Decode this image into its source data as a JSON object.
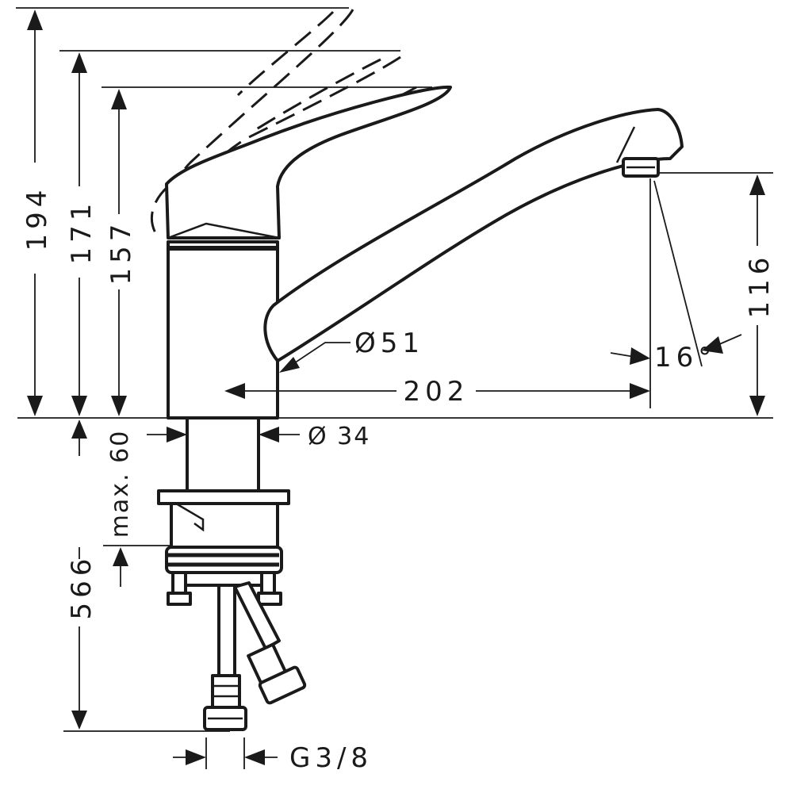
{
  "dimensions": {
    "height_lever_raised": "194",
    "height_lever_mid": "171",
    "height_body": "157",
    "spout_height": "116",
    "spout_reach": "202",
    "body_diameter": "Ø51",
    "shank_diameter": "Ø 34",
    "spout_angle": "16°",
    "max_mounting_thickness": "max. 60",
    "hose_length": "566",
    "connection_thread": "G3/8"
  }
}
